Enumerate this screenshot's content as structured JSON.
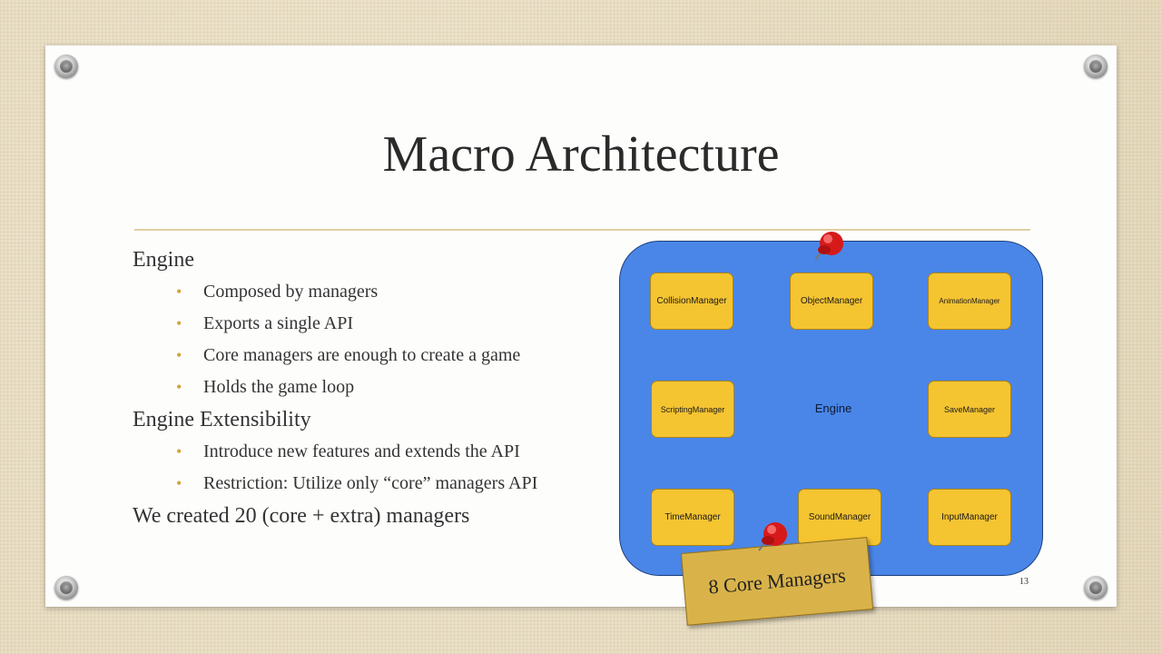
{
  "slide": {
    "title": "Macro Architecture",
    "page_number": "13",
    "bullets": [
      {
        "level": 1,
        "text": "Engine"
      },
      {
        "level": 2,
        "text": "Composed by managers"
      },
      {
        "level": 2,
        "text": "Exports a single API"
      },
      {
        "level": 2,
        "text": "Core managers are enough to create a game"
      },
      {
        "level": 2,
        "text": "Holds the game loop"
      },
      {
        "level": 1,
        "text": "Engine Extensibility"
      },
      {
        "level": 2,
        "text": "Introduce new features and extends the API"
      },
      {
        "level": 2,
        "text": "Restriction: Utilize only “core” managers API"
      },
      {
        "level": 1,
        "text": "We created 20 (core + extra) managers"
      }
    ]
  },
  "diagram": {
    "engine_label": "Engine",
    "managers": [
      "CollisionManager",
      "ObjectManager",
      "AnimationManager",
      "ScriptingManager",
      "SaveManager",
      "TimeManager",
      "SoundManager",
      "InputManager"
    ],
    "note": "8 Core Managers",
    "colors": {
      "engine": "#4a86e8",
      "manager": "#f5c431",
      "note": "#d9b34a",
      "pin": "#e02020"
    }
  }
}
